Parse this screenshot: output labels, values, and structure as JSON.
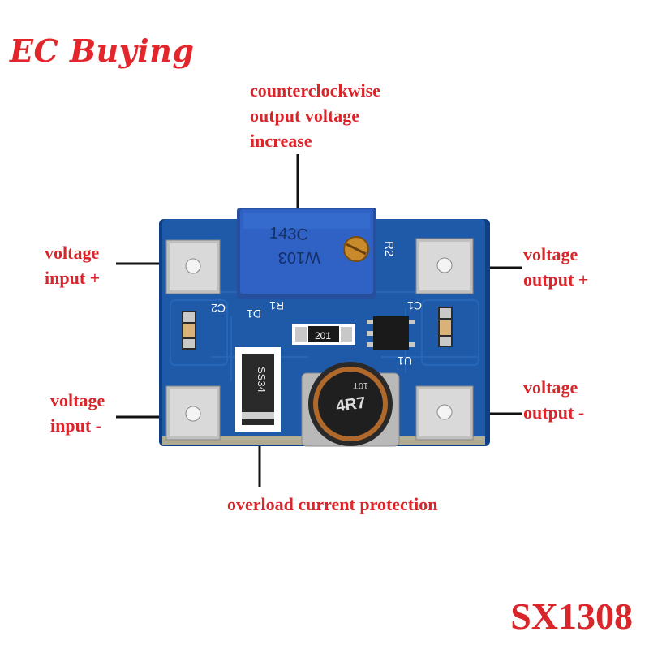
{
  "brand": "EC Buying",
  "model": "SX1308",
  "labels": {
    "potentiometer": [
      "counterclockwise",
      "output voltage",
      "increase"
    ],
    "input_plus": [
      "voltage",
      "input +"
    ],
    "input_minus": [
      "voltage",
      "input -"
    ],
    "output_plus": [
      "voltage",
      "output +"
    ],
    "output_minus": [
      "voltage",
      "output -"
    ],
    "protection": "overload current protection"
  },
  "board": {
    "pot_top": "143C",
    "pot_bottom": "W103",
    "silk_r2": "R2",
    "silk_c1": "C1",
    "silk_c2": "C2",
    "silk_d1": "D1",
    "silk_r1": "R1",
    "silk_u1": "U1",
    "resistor_code": "201",
    "diode_code": "SS34",
    "inductor_code": "4R7",
    "inductor_small": "10T"
  },
  "colors": {
    "label_red": "#d9262b",
    "pcb_blue": "#1e5aa8",
    "pot_blue": "#2f62c4",
    "pad_gray": "#cfcfcf"
  }
}
